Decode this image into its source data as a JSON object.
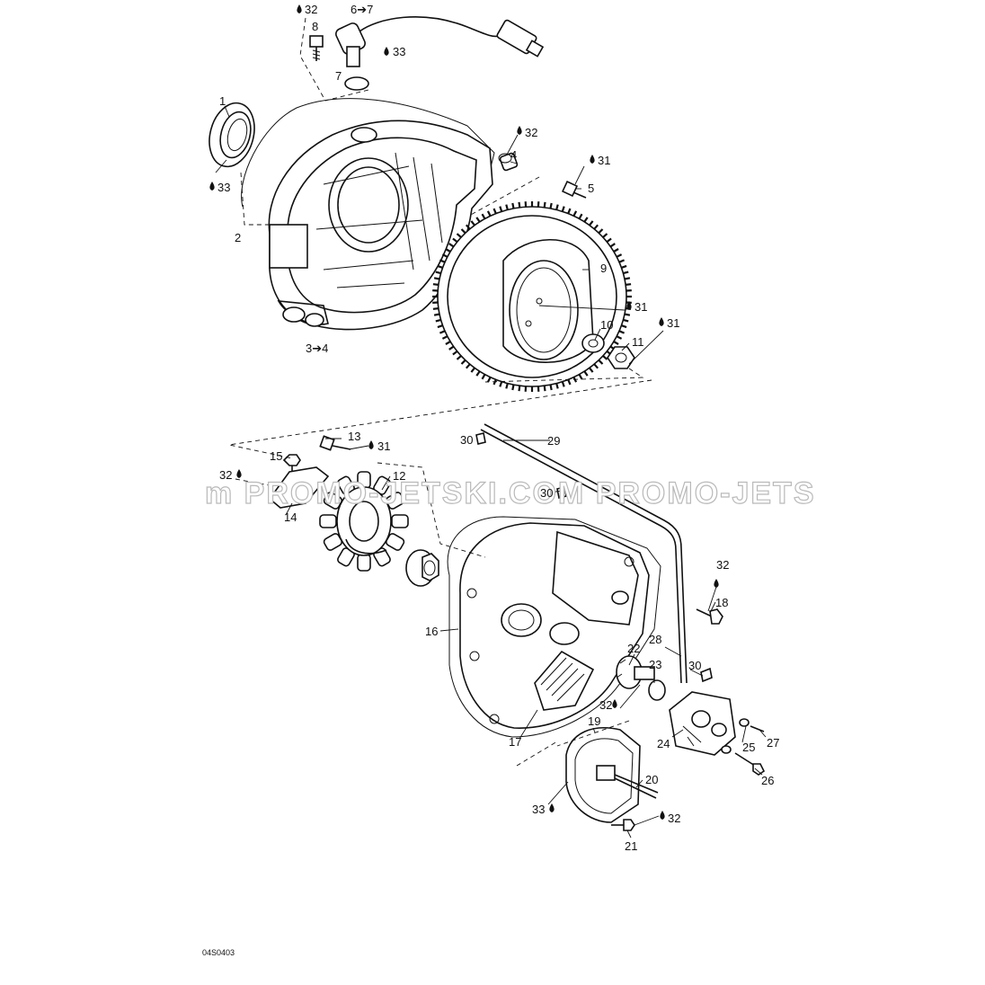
{
  "watermark": "m  PROMO-JETSKI.COM  PROMO-JETS",
  "drawing_code": "04S0403",
  "callouts": [
    {
      "id": "c1",
      "text": "1"
    },
    {
      "id": "c2",
      "text": "2"
    },
    {
      "id": "c34",
      "text": "3➔4"
    },
    {
      "id": "c4",
      "text": "4"
    },
    {
      "id": "c5",
      "text": "5"
    },
    {
      "id": "c67",
      "text": "6➔7"
    },
    {
      "id": "c7",
      "text": "7"
    },
    {
      "id": "c8",
      "text": "8"
    },
    {
      "id": "c9",
      "text": "9"
    },
    {
      "id": "c10",
      "text": "10"
    },
    {
      "id": "c11",
      "text": "11"
    },
    {
      "id": "c12",
      "text": "12"
    },
    {
      "id": "c13",
      "text": "13"
    },
    {
      "id": "c14",
      "text": "14"
    },
    {
      "id": "c15",
      "text": "15"
    },
    {
      "id": "c16",
      "text": "16"
    },
    {
      "id": "c17",
      "text": "17"
    },
    {
      "id": "c18",
      "text": "18"
    },
    {
      "id": "c19",
      "text": "19"
    },
    {
      "id": "c20",
      "text": "20"
    },
    {
      "id": "c21",
      "text": "21"
    },
    {
      "id": "c22",
      "text": "22"
    },
    {
      "id": "c23",
      "text": "23"
    },
    {
      "id": "c24",
      "text": "24"
    },
    {
      "id": "c25",
      "text": "25"
    },
    {
      "id": "c26",
      "text": "26"
    },
    {
      "id": "c27",
      "text": "27"
    },
    {
      "id": "c28",
      "text": "28"
    },
    {
      "id": "c29",
      "text": "29"
    },
    {
      "id": "c30a",
      "text": "30"
    },
    {
      "id": "c30b",
      "text": "30"
    },
    {
      "id": "c30c",
      "text": "30"
    }
  ],
  "lubricant_refs": [
    {
      "id": "l32a",
      "text": "32"
    },
    {
      "id": "l33a",
      "text": "33"
    },
    {
      "id": "l33b",
      "text": "33"
    },
    {
      "id": "l32b",
      "text": "32"
    },
    {
      "id": "l31a",
      "text": "31"
    },
    {
      "id": "l31b",
      "text": "31"
    },
    {
      "id": "l31c",
      "text": "31"
    },
    {
      "id": "l31d",
      "text": "31"
    },
    {
      "id": "l32c",
      "text": "32"
    },
    {
      "id": "l32d",
      "text": "32"
    },
    {
      "id": "l32e",
      "text": "32"
    },
    {
      "id": "l33c",
      "text": "33"
    },
    {
      "id": "l32f",
      "text": "32"
    }
  ]
}
